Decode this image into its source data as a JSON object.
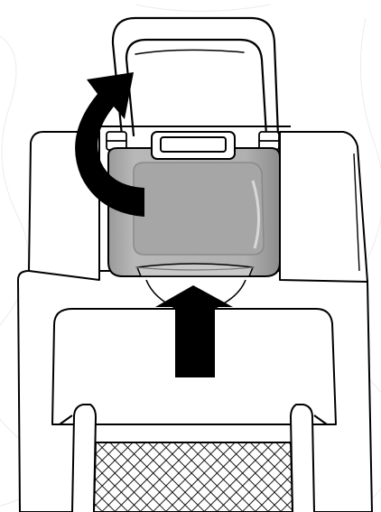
{
  "diagram": {
    "subject": "appliance-with-removable-reservoir",
    "arrows": [
      {
        "icon": "curved-arrow-icon",
        "meaning": "lift-handle"
      },
      {
        "icon": "up-arrow-icon",
        "meaning": "push-reservoir-up"
      }
    ],
    "colors": {
      "line": "#000000",
      "fill": "#ffffff",
      "reservoir_fill": "#b4b4b4",
      "reservoir_shade": "#8e8e8e",
      "arrow": "#000000",
      "background_texture": "#eeeeee"
    }
  }
}
